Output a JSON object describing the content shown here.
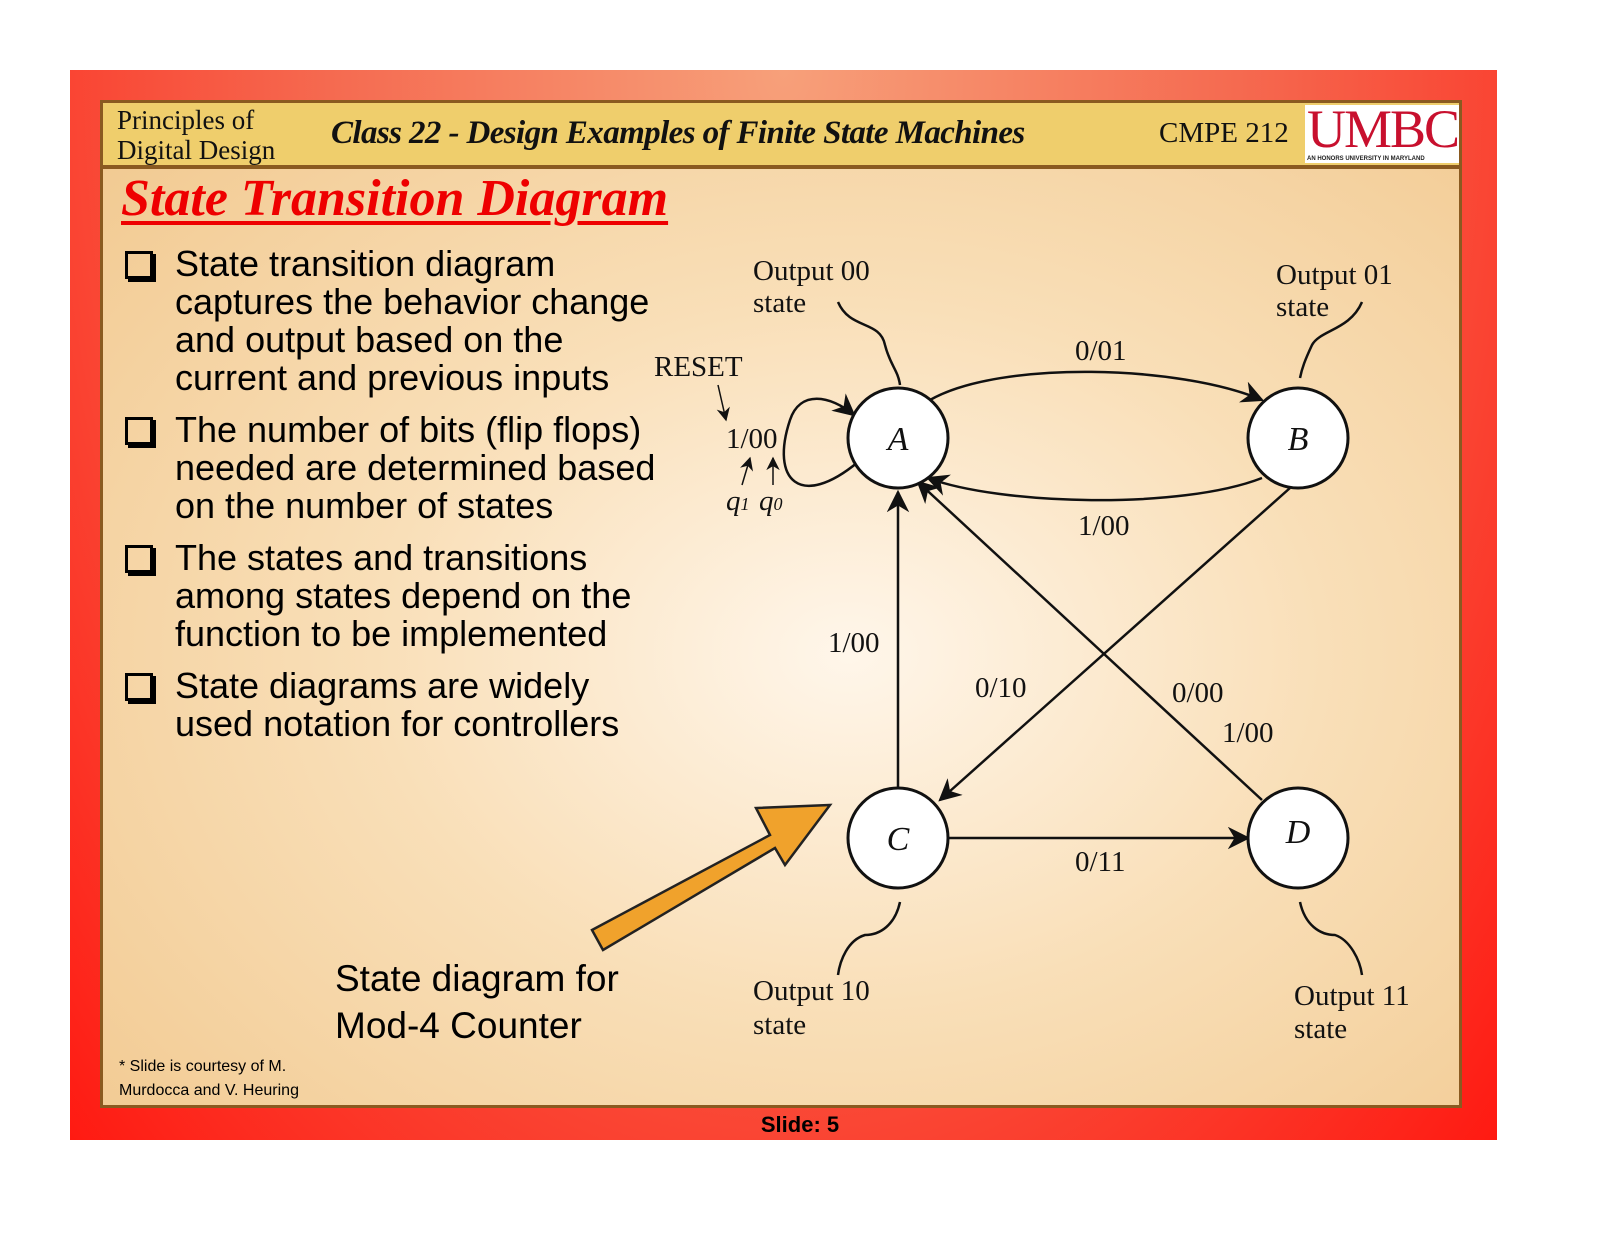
{
  "header": {
    "course_line1": "Principles of",
    "course_line2": "Digital Design",
    "class_title": "Class 22 - Design Examples of Finite State Machines",
    "course_code": "CMPE 212",
    "logo_text": "UMBC",
    "logo_tagline": "AN HONORS UNIVERSITY IN MARYLAND"
  },
  "slide_title": "State Transition Diagram",
  "bullets": [
    "State transition diagram captures the behavior change and output based on the current and previous inputs",
    " The number of bits (flip flops) needed are determined based on the number of states",
    " The states and transitions among states depend on the function to be implemented",
    " State diagrams are widely used notation for controllers"
  ],
  "caption_line1": "State diagram for",
  "caption_line2": "Mod-4 Counter",
  "credit_line1": "* Slide is courtesy of  M.",
  "credit_line2": "Murdocca and V. Heuring",
  "slide_number": "Slide: 5",
  "diagram": {
    "states": {
      "A": "A",
      "B": "B",
      "C": "C",
      "D": "D"
    },
    "state_notes": {
      "A1": "Output 00",
      "A2": "state",
      "B1": "Output 01",
      "B2": "state",
      "C1": "Output 10",
      "C2": "state",
      "D1": "Output 11",
      "D2": "state"
    },
    "reset": "RESET",
    "self_loop": "1/00",
    "q1": "q",
    "q1_sub": "1",
    "q0": "q",
    "q0_sub": "0",
    "transitions": {
      "AB": "0/01",
      "BA": "1/00",
      "CA": "1/00",
      "BC": "0/10",
      "DA0": "0/00",
      "DA1": "1/00",
      "CD": "0/11"
    },
    "arrow_color": "#f0a22c"
  }
}
